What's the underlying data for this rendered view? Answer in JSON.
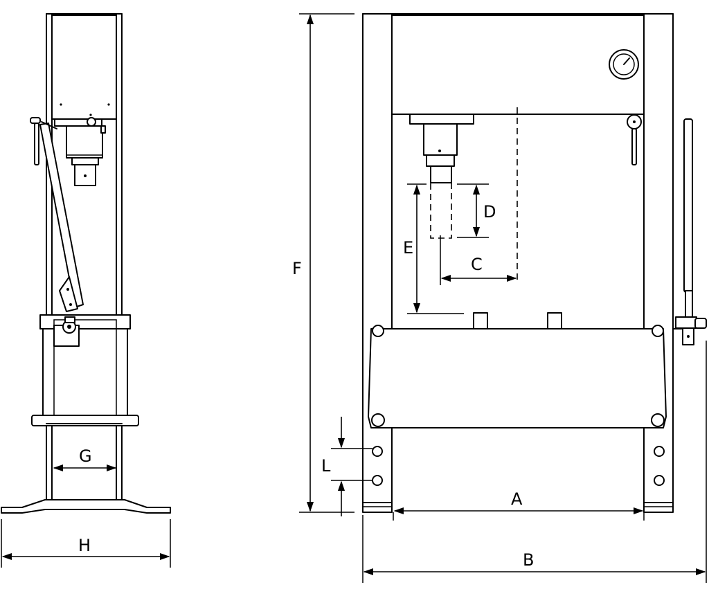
{
  "dimension_labels": {
    "A": "A",
    "B": "B",
    "C": "C",
    "D": "D",
    "E": "E",
    "F": "F",
    "G": "G",
    "H": "H",
    "L": "L"
  }
}
